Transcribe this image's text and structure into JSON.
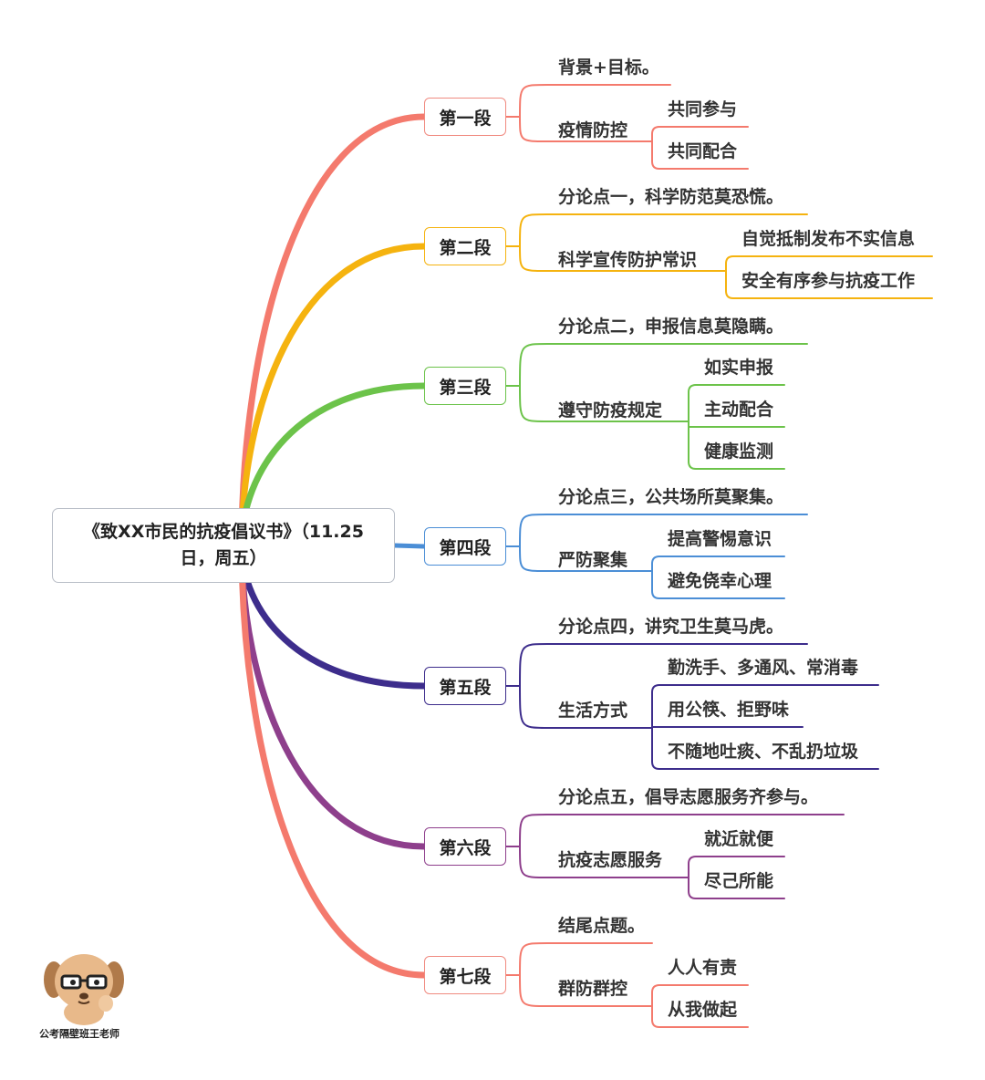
{
  "central": "《致XX市民的抗疫倡议书》（11.25日，周五）",
  "central_line1": "《致XX市民的抗疫倡议书》（11.25",
  "central_line2": "日，周五）",
  "colors": {
    "s1": "#f47a6d",
    "s2": "#f5b30f",
    "s3": "#6cc34a",
    "s4": "#4b8ed6",
    "s5": "#3d2d8c",
    "s6": "#8e3f8c",
    "s7": "#f47a6d"
  },
  "sections": [
    {
      "label": "第一段",
      "topic": "背景+目标。",
      "sub": "疫情防控",
      "items": [
        "共同参与",
        "共同配合"
      ]
    },
    {
      "label": "第二段",
      "topic": "分论点一，科学防范莫恐慌。",
      "sub": "科学宣传防护常识",
      "items": [
        "自觉抵制发布不实信息",
        "安全有序参与抗疫工作"
      ]
    },
    {
      "label": "第三段",
      "topic": "分论点二，申报信息莫隐瞒。",
      "sub": "遵守防疫规定",
      "items": [
        "如实申报",
        "主动配合",
        "健康监测"
      ]
    },
    {
      "label": "第四段",
      "topic": "分论点三，公共场所莫聚集。",
      "sub": "严防聚集",
      "items": [
        "提高警惕意识",
        "避免侥幸心理"
      ]
    },
    {
      "label": "第五段",
      "topic": "分论点四，讲究卫生莫马虎。",
      "sub": "生活方式",
      "items": [
        "勤洗手、多通风、常消毒",
        "用公筷、拒野味",
        "不随地吐痰、不乱扔垃圾"
      ]
    },
    {
      "label": "第六段",
      "topic": "分论点五，倡导志愿服务齐参与。",
      "sub": "抗疫志愿服务",
      "items": [
        "就近就便",
        "尽己所能"
      ]
    },
    {
      "label": "第七段",
      "topic": "结尾点题。",
      "sub": "群防群控",
      "items": [
        "人人有责",
        "从我做起"
      ]
    }
  ],
  "watermark": "公考隔壁班王老师"
}
